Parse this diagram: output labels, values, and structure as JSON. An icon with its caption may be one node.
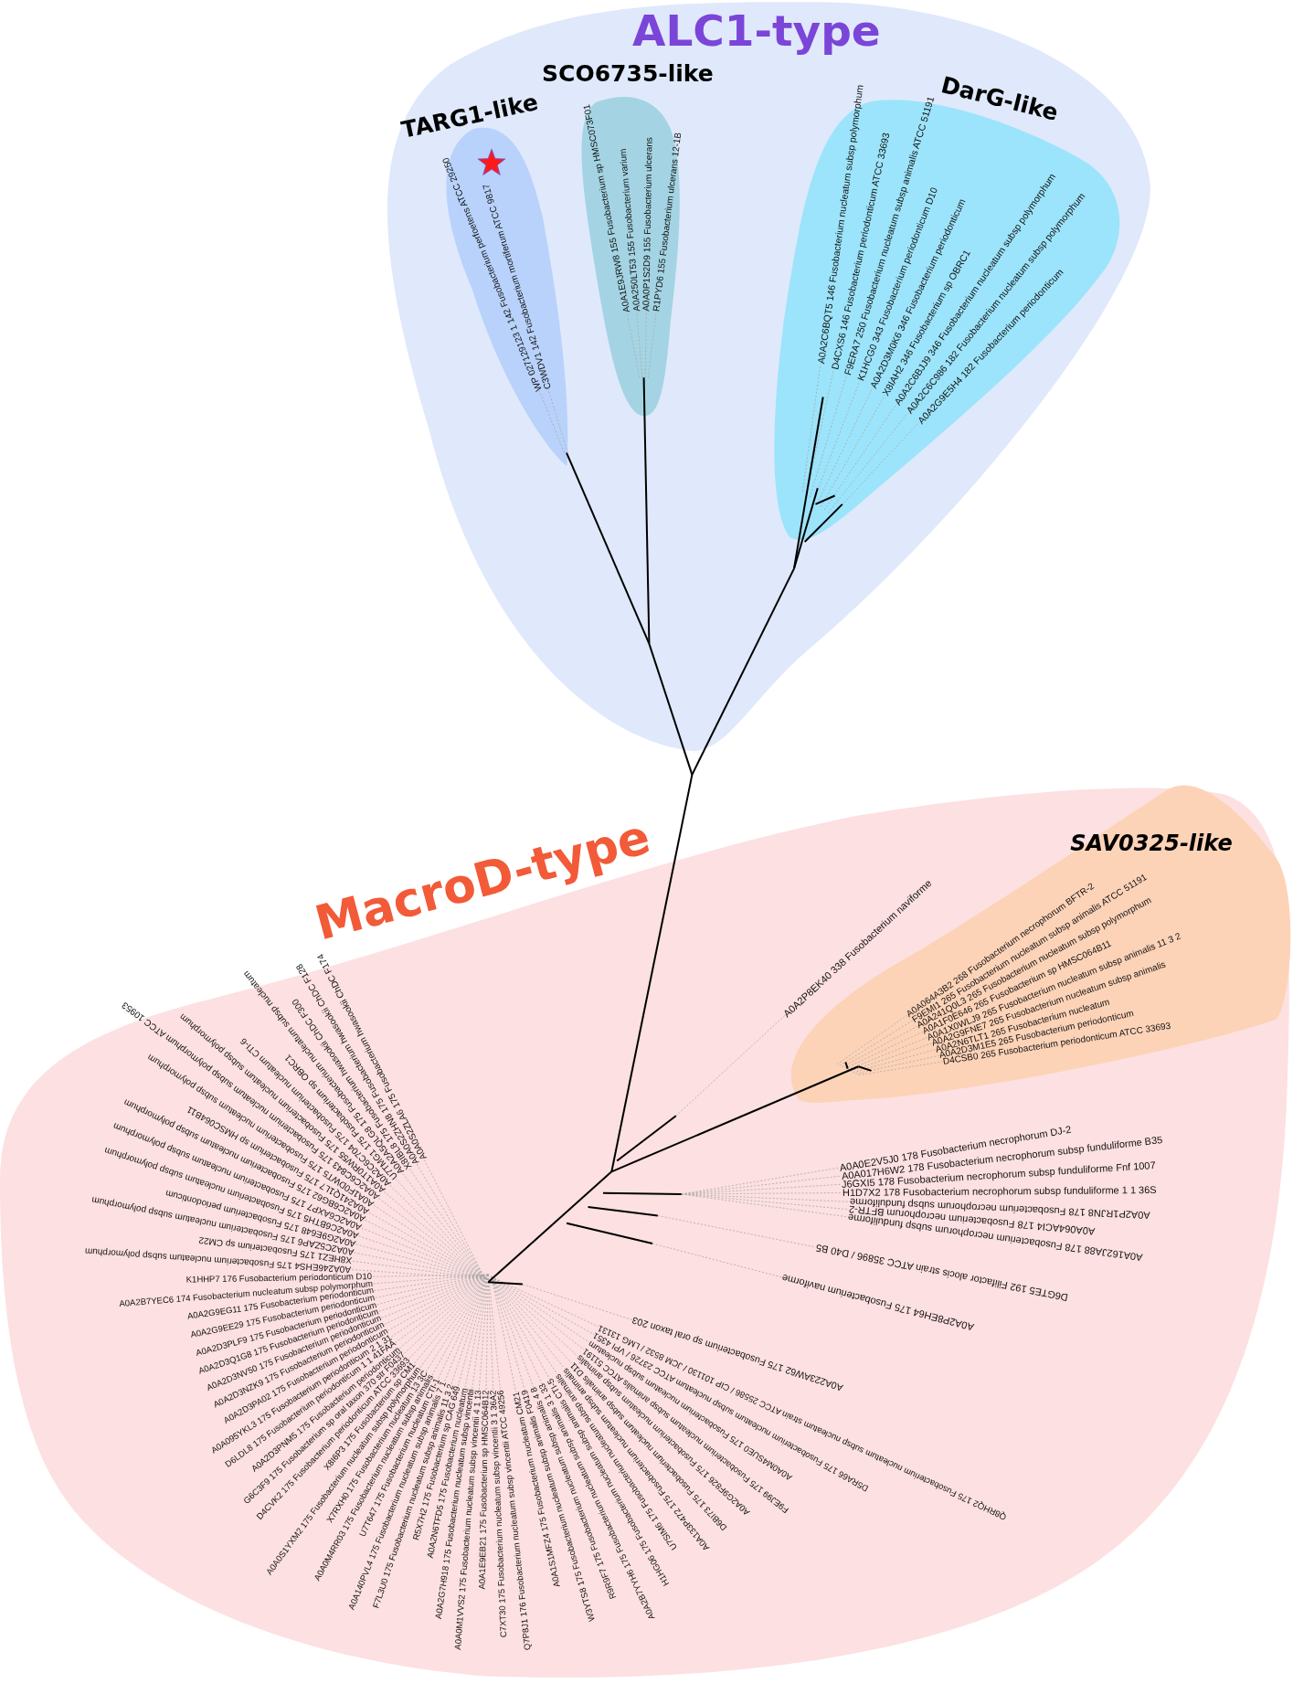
{
  "diagram": {
    "nodes": [
      {
        "text": [
          "ALC1-type"
        ]
      },
      {
        "text": [
          "TARG1-like",
          "WP 027129123 1 142 Fusobacterium perfoetens ATCC 29250",
          "C3WDV1 142 Fusobacterium mortiferum ATCC 9817"
        ],
        "in": 0
      },
      {
        "text": [
          "SCO6735-like",
          "A0A1E9JRW8 155 Fusobacterium sp HMSC073F01",
          "A0A250LT53 155 Fusobacterium varium",
          "A0A0P1S2D9 155 Fusobacterium ulcerans",
          "R1PYD6 155 Fusobacterium ulcerans 12-1B"
        ],
        "in": 0
      },
      {
        "text": [
          "DarG-like",
          "A0A2C6BQT5 146 Fusobacterium nucleatum subsp polymorphum",
          "D4CXS6 146 Fusobacterium periodonticum ATCC 33693",
          "F9ERA7 250 Fusobacterium nucleatum subsp animalis ATCC 51191",
          "K1HCG0 343 Fusobacterium periodonticum D10",
          "A0A2D3M0K6 346 Fusobacterium periodonticum",
          "X8IAH2 346 Fusobacterium sp OBRC1",
          "A0A2C6BJJ9 346 Fusobacterium nucleatum subsp polymorphum",
          "A0A2C6C986 182 Fusobacterium nucleatum subsp polymorphum",
          "A0A2G9E5H4 182 Fusobacterium periodonticum"
        ],
        "in": 0
      },
      {
        "text": [
          "MacroD-type",
          "A0A2P8EK40 338 Fusobacterium naviforme",
          "A0A0E2V5J0 178 Fusobacterium necrophorum DJ-2",
          "A0A017H6W2 178 Fusobacterium necrophorum subsp funduliforme B35",
          "J6GXI5 178 Fusobacterium necrophorum subsp funduliforme Fnf 1007",
          "H1D7X2 178 Fusobacterium necrophorum subsp funduliforme 1 1 36S",
          "A0A2P1RJN8 178 Fusobacterium necrophorum subsp funduliforme",
          "A0A064ACI4 178 Fusobacterium necrophorum BFTR-2",
          "A0A162JA88 178 Fusobacterium necrophorum subsp funduliforme",
          "D6GTE5 192 Filifactor alocis strain ATCC 35896 / D40 B5",
          "A0A2P8EH64 175 Fusobacterium naviforme",
          "A0A0S2ZLA6 175 Fusobacterium hwasookii ChDC F174",
          "A0A0S2ZHN8 175 Fusobacterium hwasookii ChDC F128",
          "X8IBL8 175 Fusobacterium hwasookii ChDC F300",
          "A0A2A5QLG8 175 Fusobacterium nucleatum subsp nucleatum",
          "U7TMG1 175 Fusobacterium sp OBRC1",
          "A0A2C6C704 175 Fusobacterium nucleatum CTI-6",
          "A0A1T0RW55 175 Fusobacterium nucleatum subsp polymorphum",
          "A0A2C6C843 175 Fusobacterium nucleatum subsp polymorphum ATCC 10953",
          "A0A1F0DWT5 175 Fusobacterium nucleatum subsp polymorphum",
          "A0A241Q1L7 175 Fusobacterium sp HMSC064B11",
          "A0A2C6BG62 175 Fusobacterium nucleatum subsp polymorphum",
          "A0A2C6AXP7 175 Fusobacterium nucleatum subsp polymorphum",
          "A0A2C6BTH5 175 Fusobacterium nucleatum subsp polymorphum",
          "A0A2G9E648 175 Fusobacterium periodonticum",
          "A0A2C5ZAP6 175 Fusobacterium nucleatum subsp polymorphum",
          "X8HEZ1 175 Fusobacterium sp CM22",
          "A0A246EHS4 175 Fusobacterium nucleatum subsp polymorphum",
          "K1HHP7 176 Fusobacterium periodonticum D10",
          "A0A2B7YEC6 174 Fusobacterium nucleatum subsp polymorphum",
          "A0A2G9EG11 175 Fusobacterium periodonticum",
          "A0A2G9EE29 175 Fusobacterium periodonticum",
          "A0A2D3PLF9 175 Fusobacterium periodonticum",
          "A0A2D3Q1G8 175 Fusobacterium periodonticum",
          "A0A2D3NV50 175 Fusobacterium periodonticum",
          "A0A2D3NZK9 175 Fusobacterium periodonticum",
          "A0A2D3PA02 175 Fusobacterium periodonticum",
          "A0A095YKL3 175 Fusobacterium periodonticum 2 1 31",
          "D6LDL8 175 Fusobacterium periodonticum 1 1 41FAA",
          "A0A2D3PNM5 175 Fusobacterium periodonticum",
          "G6C3F9 175 Fusobacterium sp oral taxon 370 str F0437",
          "D4CVK2 175 Fusobacterium periodonticum ATCC 33693",
          "X8I6P3 175 Fusobacterium sp CM1",
          "A0A0S1YXM2 175 Fusobacterium nucleatum subsp polymorphum",
          "X7RXH0 175 Fusobacterium nucleatum 13 3C",
          "A0A0M4RR03 175 Fusobacterium nucleatum subsp animalis",
          "U7T647 175 Fusobacterium nucleatum CTI-1",
          "A0A140PVL4 175 Fusobacterium nucleatum subsp animalis 7 1",
          "F7L3U0 175 Fusobacterium nucleatum subsp animalis 11 3 2",
          "R5X7H2 175 Fusobacterium sp CAG 649",
          "A0A2N6TFD5 175 Fusobacterium nucleatum",
          "A0A2G7H918 175 Fusobacterium nucleatum subsp vincentii",
          "A0A0M1VVS2 175 Fusobacterium nucleatum subsp vincentii 4 1 13",
          "A0A1E9EB21 175 Fusobacterium sp HMSC064B12",
          "C7XT30 175 Fusobacterium nucleatum subsp vincentii 3 1 36A2",
          "Q7P8J1 176 Fusobacterium nucleatum subsp vincentii ATCC 49256",
          "A0A1S1MFZ4 175 Fusobacterium nucleatum CM21",
          "W3YTS8 175 Fusobacterium nucleatum subsp animalis F0419",
          "R9R9F7 175 Fusobacterium nucleatum subsp animalis 4 8",
          "A0A2B7YYH6 175 Fusobacterium nucleatum subsp animalis 3 1 33",
          "H1HG06 175 Fusobacterium nucleatum subsp animalis CTI-5",
          "U7SIM6 175 Fusobacterium nucleatum subsp animalis",
          "A0A133P472 175 Fusobacterium nucleatum subsp animalis",
          "D6BI73 175 Fusobacterium nucleatum subsp animalis D11",
          "A0A2G9F826 175 Fusobacterium nucleatum subsp animalis",
          "F9EJ99 175 Fusobacterium nucleatum subsp animalis ATCC 51191",
          "A0A0M4SUE0 175 Fusobacterium nucleatum subsp nucleatum",
          "D5RA66 175 Fusobacterium nucleatum subsp nucleatum ATCC 23726 / VPI 4351",
          "Q8RHQ2 175 Fusobacterium nucleatum subsp nucleatum strain ATCC 25586 / CIP 101130 / JCM 8532 / LMG 13131",
          "A0A223AW62 175 Fusobacterium sp oral taxon 203"
        ]
      },
      {
        "text": [
          "SAV0325-like",
          "A0A064A3B2 268 Fusobacterium necrophorum BFTR-2",
          "F9EMI1 265 Fusobacterium nucleatum subsp animalis ATCC 51191",
          "A0A241Q0L3 265 Fusobacterium nucleatum subsp polymorphum",
          "A0A1F0E646 265 Fusobacterium sp HMSC064B11",
          "A0A1X0WLJ9 265 Fusobacterium nucleatum subsp animalis 11 3 2",
          "A0A2G9FNE7 265 Fusobacterium nucleatum subsp animalis",
          "A0A2N6TLT1 265 Fusobacterium nucleatum",
          "A0A2D3M1E5 265 Fusobacterium periodonticum",
          "D4CSB0 265 Fusobacterium periodonticum ATCC 33693"
        ],
        "in": 4
      }
    ]
  }
}
